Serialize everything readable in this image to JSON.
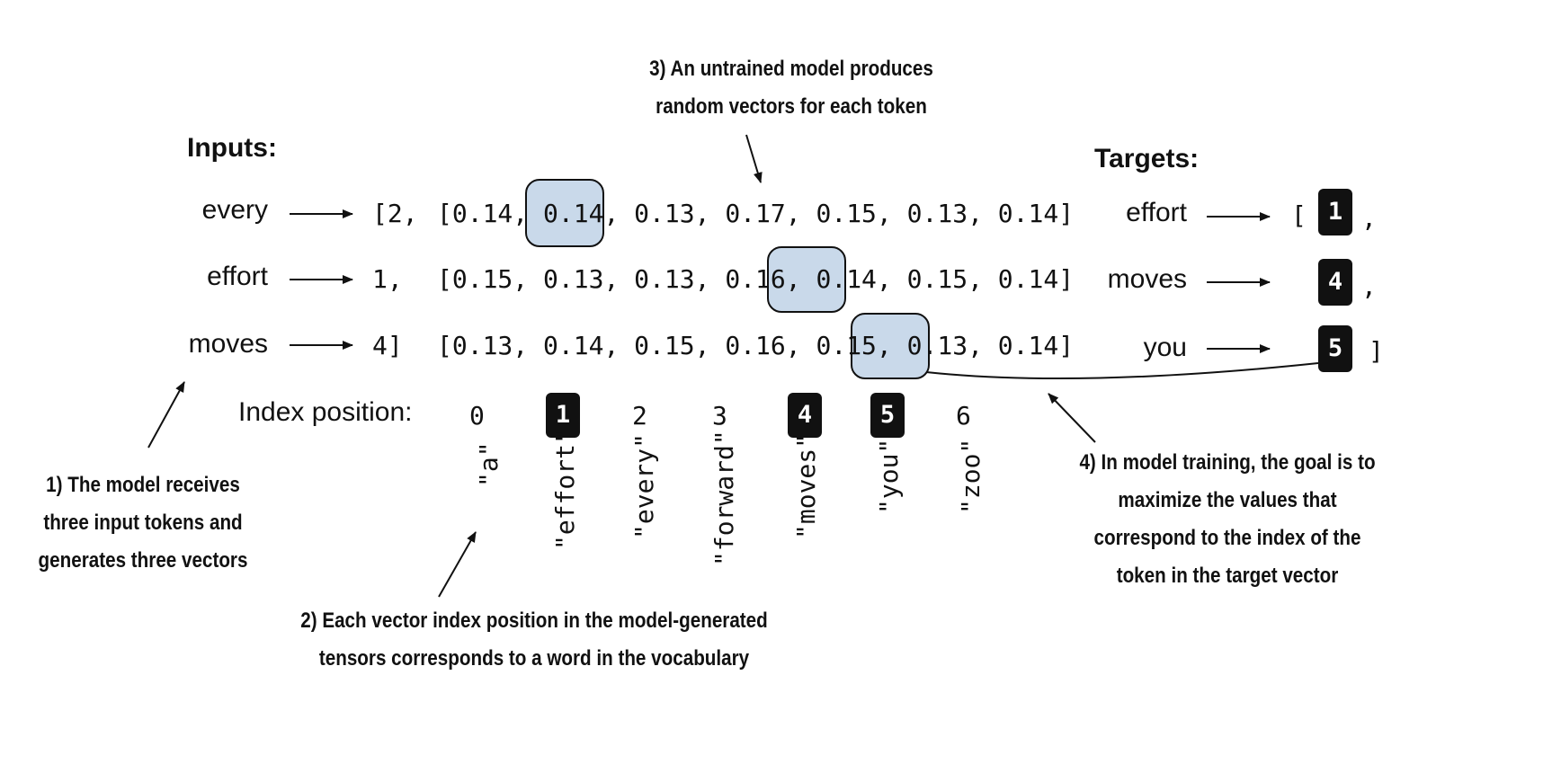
{
  "inputs": {
    "heading": "Inputs:",
    "words": [
      "every",
      "effort",
      "moves"
    ],
    "ids": [
      "[2,",
      "1,",
      "4]"
    ]
  },
  "vectors": {
    "row0": [
      "[0.14,",
      "0.14,",
      "0.13,",
      "0.17,",
      "0.15,",
      "0.13,",
      "0.14]"
    ],
    "row1": [
      "[0.15,",
      "0.13,",
      "0.13,",
      "0.16,",
      "0.14,",
      "0.15,",
      "0.14]"
    ],
    "row2": [
      "[0.13,",
      "0.14,",
      "0.15,",
      "0.16,",
      "0.15,",
      "0.13,",
      "0.14]"
    ]
  },
  "index": {
    "label": "Index position:",
    "positions": [
      "0",
      "1",
      "2",
      "3",
      "4",
      "5",
      "6"
    ],
    "vocab": [
      "\"a\"",
      "\"effort\"",
      "\"every\"",
      "\"forward\"",
      "\"moves\"",
      "\"you\"",
      "\"zoo\""
    ]
  },
  "targets": {
    "heading": "Targets:",
    "words": [
      "effort",
      "moves",
      "you"
    ],
    "ids": [
      "1",
      "4",
      "5"
    ],
    "open_bracket": "[",
    "comma_1": ",",
    "comma_2": ",",
    "close_bracket": "]"
  },
  "notes": {
    "n1": [
      "1) The model receives",
      "three input tokens and",
      "generates three vectors"
    ],
    "n2": [
      "2) Each vector index position in the model-generated",
      "tensors corresponds to a word in the vocabulary"
    ],
    "n3": [
      "3) An untrained model produces",
      "random vectors for each token"
    ],
    "n4": [
      "4) In model training, the goal is to",
      "maximize the values that",
      "correspond to the index of the",
      "token in the target vector"
    ]
  },
  "colors": {
    "highlight": "#c9d9ea",
    "badge": "#111111",
    "text": "#111111"
  }
}
